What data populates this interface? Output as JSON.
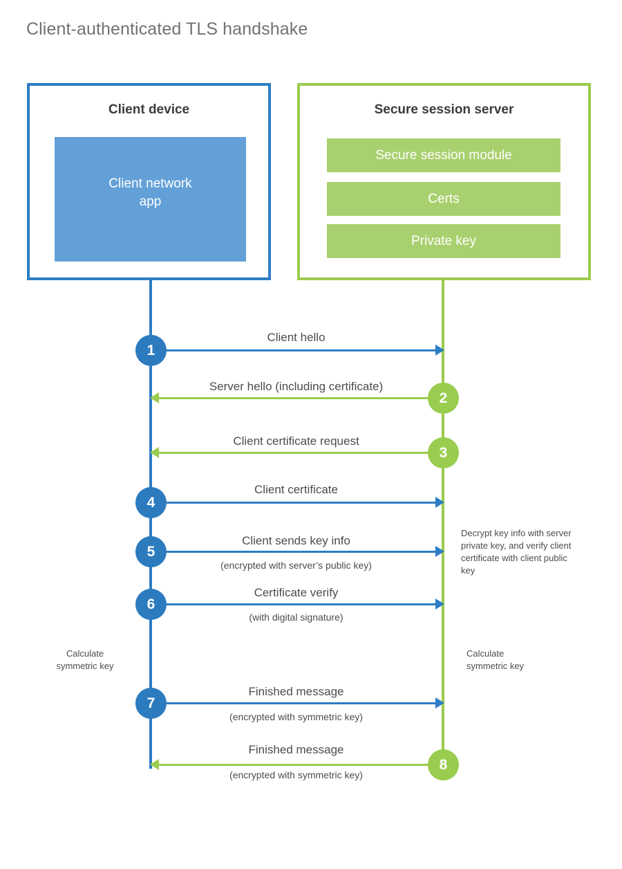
{
  "title": "Client-authenticated TLS handshake",
  "colors": {
    "client_blue": "#2d7dc4",
    "client_app_blue": "#63a0d8",
    "step_blue": "#2d7bbf",
    "server_green": "#9bcb4e",
    "server_bar_green": "#a9d06f",
    "step_green": "#9acd4f",
    "text_dark": "#3b3b3d",
    "text_body": "#4a4c4e",
    "title_gray": "#707274"
  },
  "actors": {
    "client": {
      "title": "Client device",
      "app_label": "Client network\napp"
    },
    "server": {
      "title": "Secure session server",
      "bars": [
        {
          "label": "Secure session module"
        },
        {
          "label": "Certs"
        },
        {
          "label": "Private key"
        }
      ]
    }
  },
  "steps": [
    {
      "number": "1",
      "label": "Client hello",
      "sublabel": "",
      "direction": "client-to-server",
      "color": "blue"
    },
    {
      "number": "2",
      "label": "Server hello (including certificate)",
      "sublabel": "",
      "direction": "server-to-client",
      "color": "green"
    },
    {
      "number": "3",
      "label": "Client certificate request",
      "sublabel": "",
      "direction": "server-to-client",
      "color": "green"
    },
    {
      "number": "4",
      "label": "Client certificate",
      "sublabel": "",
      "direction": "client-to-server",
      "color": "blue"
    },
    {
      "number": "5",
      "label": "Client sends key info",
      "sublabel": "(encrypted with server’s public key)",
      "direction": "client-to-server",
      "color": "blue"
    },
    {
      "number": "6",
      "label": "Certificate verify",
      "sublabel": "(with digital signature)",
      "direction": "client-to-server",
      "color": "blue"
    },
    {
      "number": "7",
      "label": "Finished message",
      "sublabel": "(encrypted with symmetric key)",
      "direction": "client-to-server",
      "color": "blue"
    },
    {
      "number": "8",
      "label": "Finished message",
      "sublabel": "(encrypted with symmetric key)",
      "direction": "server-to-client",
      "color": "green"
    }
  ],
  "notes": {
    "server_decrypt": "Decrypt key info with server private key, and verify client certificate with client public key",
    "client_calculate": "Calculate\nsymmetric key",
    "server_calculate": "Calculate\nsymmetric key"
  }
}
